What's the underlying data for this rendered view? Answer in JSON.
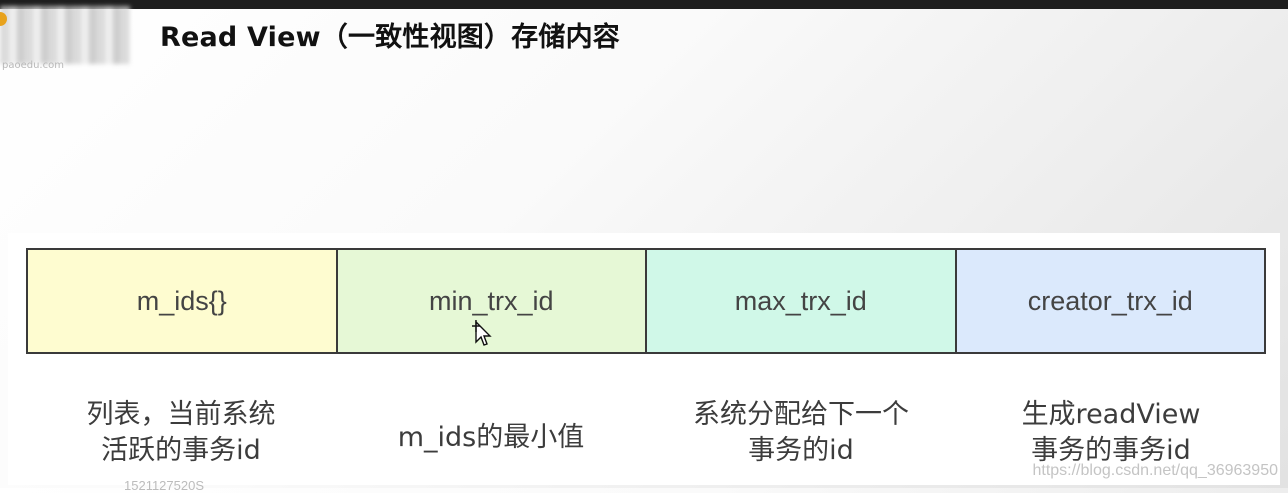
{
  "header": {
    "title": "Read View（一致性视图）存储内容",
    "logo_subtext": "paoedu.com"
  },
  "fields": [
    {
      "label": "m_ids{}",
      "color": "#fefcd0"
    },
    {
      "label": "min_trx_id",
      "color": "#e6f8d6"
    },
    {
      "label": "max_trx_id",
      "color": "#d0f8e8"
    },
    {
      "label": "creator_trx_id",
      "color": "#dbe9fc"
    }
  ],
  "descriptions": [
    {
      "lines": [
        "列表，当前系统",
        "活跃的事务id"
      ]
    },
    {
      "lines": [
        "m_ids的最小值"
      ]
    },
    {
      "lines": [
        "系统分配给下一个",
        "事务的id"
      ]
    },
    {
      "lines": [
        "生成readView",
        "事务的事务id"
      ]
    }
  ],
  "watermark": "https://blog.csdn.net/qq_36963950",
  "bottom_id": "1521127520S"
}
